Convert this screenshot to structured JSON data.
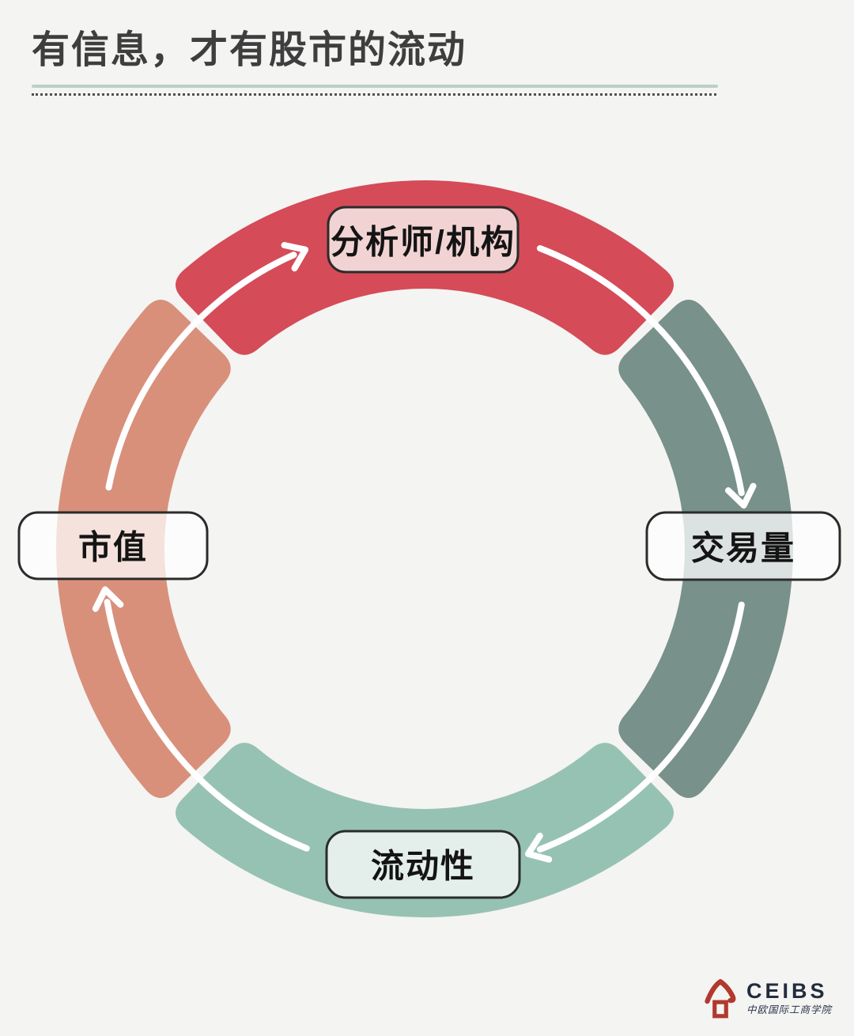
{
  "title": "有信息，才有股市的流动",
  "diagram": {
    "flow_direction": "clockwise",
    "nodes": [
      {
        "id": "analysts",
        "label": "分析师/机构",
        "position": "top",
        "arc_color": "#d54b58",
        "box_bg": "#f2d3d3"
      },
      {
        "id": "volume",
        "label": "交易量",
        "position": "right",
        "arc_color": "#78918a",
        "box_bg": "rgba(255,255,255,0.74)"
      },
      {
        "id": "liquidity",
        "label": "流动性",
        "position": "bottom",
        "arc_color": "#96c2b4",
        "box_bg": "rgba(255,255,255,0.74)"
      },
      {
        "id": "market_cap",
        "label": "市值",
        "position": "left",
        "arc_color": "#d8907b",
        "box_bg": "rgba(255,255,255,0.74)"
      }
    ],
    "arrow_color": "#ffffff"
  },
  "footer": {
    "logo_mark": "ceibs-house-mark",
    "logo": "CEIBS",
    "logo_subtext": "中欧国际工商学院",
    "logo_red": "#b2392c",
    "logo_navy": "#232c3e"
  },
  "colors": {
    "background": "#f4f4f2",
    "title_text": "#3e3e3e",
    "title_rule": "#b9d0c6",
    "dotted_rule": "#4f4f4f",
    "label_border": "#2b2b2b",
    "label_text": "#141414"
  }
}
